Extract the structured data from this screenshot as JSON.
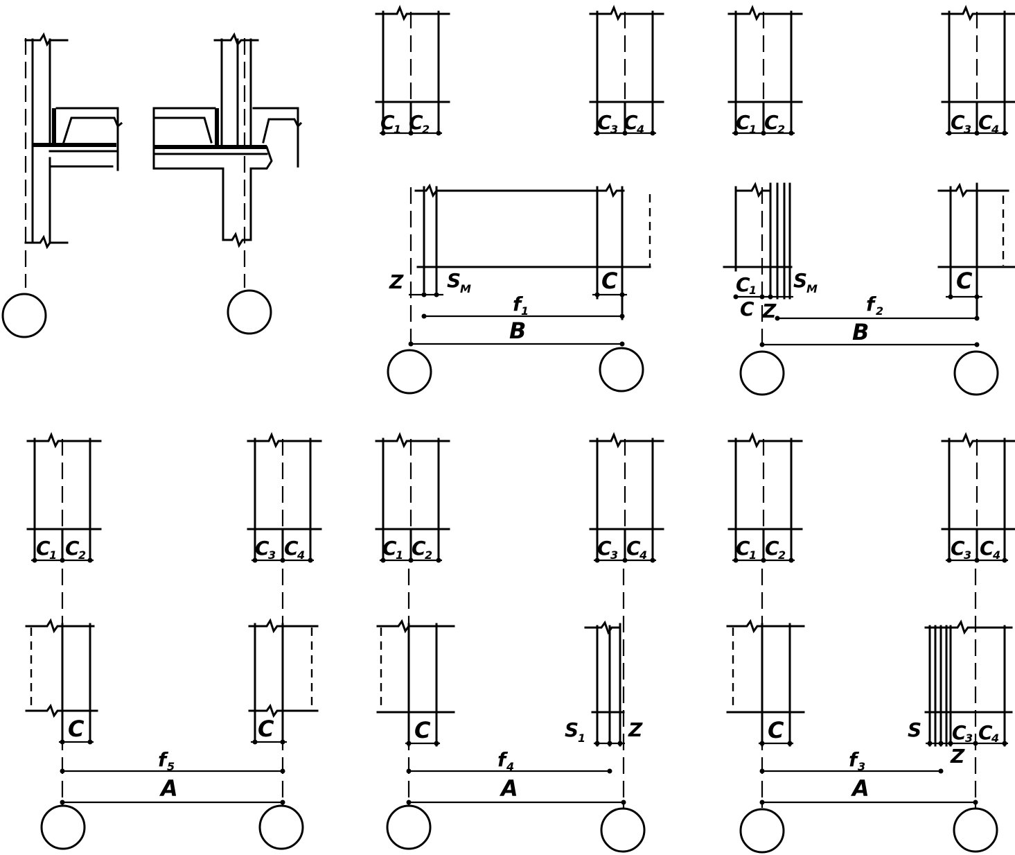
{
  "labels": {
    "c1": "C",
    "c1_sub": "1",
    "c2": "C",
    "c2_sub": "2",
    "c3": "C",
    "c3_sub": "3",
    "c4": "C",
    "c4_sub": "4",
    "c": "C",
    "z": "Z",
    "s_m": "S",
    "s_m_sub": "M",
    "s1": "S",
    "s1_sub": "1",
    "s": "S",
    "f1": "f",
    "f1_sub": "1",
    "f2": "f",
    "f2_sub": "2",
    "f3": "f",
    "f3_sub": "3",
    "f4": "f",
    "f4_sub": "4",
    "f5": "f",
    "f5_sub": "5",
    "b": "B",
    "a": "A"
  }
}
